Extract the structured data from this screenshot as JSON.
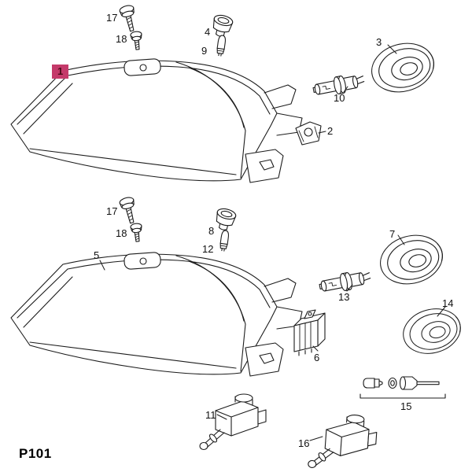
{
  "page": {
    "code": "P101"
  },
  "highlight": {
    "selected_part": "1"
  },
  "colors": {
    "line": "#1c1c1c",
    "background": "#ffffff",
    "highlight_box": "#c43a6a",
    "highlight_text": "#4a0d18"
  },
  "part_labels": [
    {
      "num": "17",
      "section": "upper"
    },
    {
      "num": "18",
      "section": "upper"
    },
    {
      "num": "4",
      "section": "upper"
    },
    {
      "num": "9",
      "section": "upper"
    },
    {
      "num": "1",
      "section": "upper",
      "highlighted": true
    },
    {
      "num": "3",
      "section": "upper"
    },
    {
      "num": "10",
      "section": "upper"
    },
    {
      "num": "2",
      "section": "upper"
    },
    {
      "num": "17",
      "section": "lower"
    },
    {
      "num": "18",
      "section": "lower"
    },
    {
      "num": "8",
      "section": "lower"
    },
    {
      "num": "12",
      "section": "lower"
    },
    {
      "num": "5",
      "section": "lower"
    },
    {
      "num": "7",
      "section": "lower"
    },
    {
      "num": "13",
      "section": "lower"
    },
    {
      "num": "14",
      "section": "lower"
    },
    {
      "num": "6",
      "section": "lower"
    },
    {
      "num": "15",
      "section": "lower"
    },
    {
      "num": "11",
      "section": "lower"
    },
    {
      "num": "16",
      "section": "lower"
    }
  ]
}
